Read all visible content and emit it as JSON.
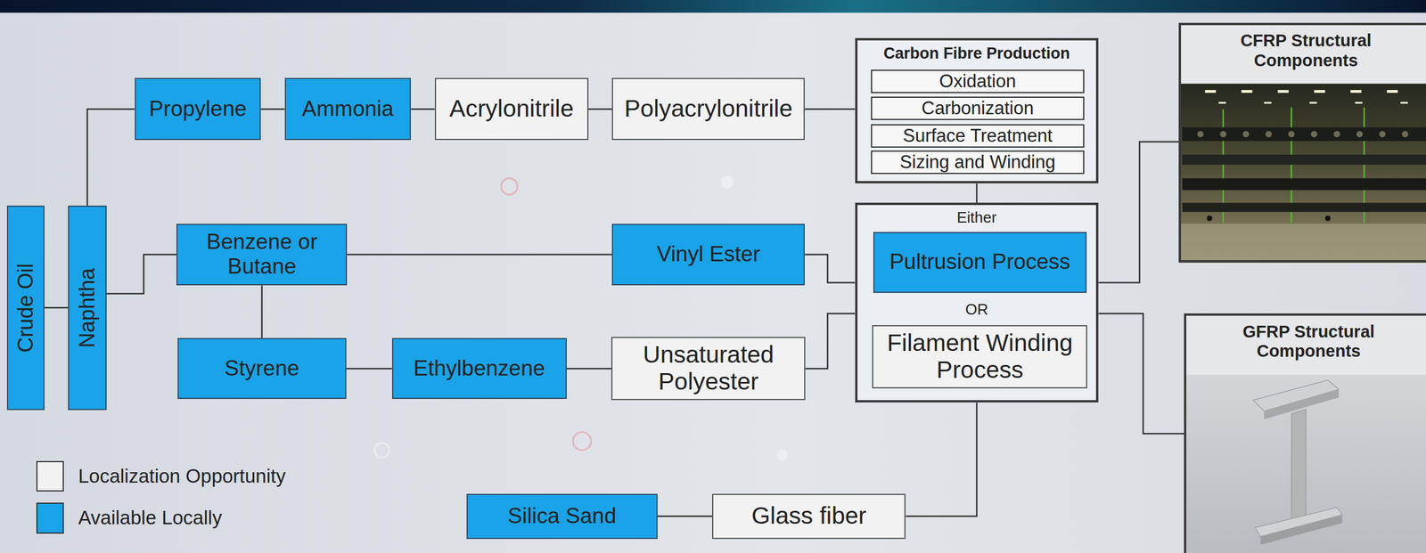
{
  "diagram": {
    "nodes": [
      {
        "text": [
          "Crude Oil"
        ]
      },
      {
        "text": [
          "Naphtha"
        ]
      },
      {
        "text": [
          "Propylene"
        ]
      },
      {
        "text": [
          "Ammonia"
        ]
      },
      {
        "text": [
          "Acrylonitrile"
        ]
      },
      {
        "text": [
          "Polyacrylonitrile"
        ]
      },
      {
        "text": [
          "Carbon Fibre Production"
        ]
      },
      {
        "text": [
          "Oxidation"
        ],
        "in": 6
      },
      {
        "text": [
          "Carbonization"
        ],
        "in": 6
      },
      {
        "text": [
          "Surface Treatment"
        ],
        "in": 6
      },
      {
        "text": [
          "Sizing and Winding"
        ],
        "in": 6
      },
      {
        "text": [
          "CFRP Structural Components"
        ]
      },
      {
        "text": [
          "Benzene or Butane"
        ]
      },
      {
        "text": [
          "Vinyl Ester"
        ]
      },
      {
        "text": [
          "Either",
          "OR"
        ]
      },
      {
        "text": [
          "Pultrusion Process"
        ],
        "in": 14
      },
      {
        "text": [
          "Filament Winding Process"
        ],
        "in": 14
      },
      {
        "text": [
          "Styrene"
        ]
      },
      {
        "text": [
          "Ethylbenzene"
        ]
      },
      {
        "text": [
          "Unsaturated Polyester"
        ]
      },
      {
        "text": [
          "GFRP Structural Components"
        ]
      },
      {
        "text": [
          "Silica Sand"
        ]
      },
      {
        "text": [
          "Glass fiber"
        ]
      }
    ],
    "edges": [
      {
        "from": 0,
        "to": 1,
        "arrow": "none"
      },
      {
        "from": 1,
        "to": 2,
        "arrow": "none"
      },
      {
        "from": 1,
        "to": 12,
        "arrow": "none"
      },
      {
        "from": 2,
        "to": 3,
        "arrow": "none"
      },
      {
        "from": 3,
        "to": 4,
        "arrow": "none"
      },
      {
        "from": 4,
        "to": 5,
        "arrow": "none"
      },
      {
        "from": 5,
        "to": 6,
        "arrow": "none"
      },
      {
        "from": 12,
        "to": 13,
        "arrow": "none"
      },
      {
        "from": 12,
        "to": 17,
        "arrow": "none"
      },
      {
        "from": 17,
        "to": 18,
        "arrow": "none"
      },
      {
        "from": 18,
        "to": 19,
        "arrow": "none"
      },
      {
        "from": 13,
        "to": 14,
        "arrow": "none"
      },
      {
        "from": 19,
        "to": 14,
        "arrow": "none"
      },
      {
        "from": 6,
        "to": 14,
        "arrow": "none"
      },
      {
        "from": 14,
        "to": 11,
        "arrow": "none"
      },
      {
        "from": 14,
        "to": 20,
        "arrow": "none"
      },
      {
        "from": 21,
        "to": 22,
        "arrow": "none"
      },
      {
        "from": 22,
        "to": 14,
        "arrow": "none"
      }
    ],
    "legend": [
      {
        "text": "Localization Opportunity",
        "color": "#f2f2f2"
      },
      {
        "text": "Available Locally",
        "color": "#1aa3e8"
      }
    ]
  }
}
